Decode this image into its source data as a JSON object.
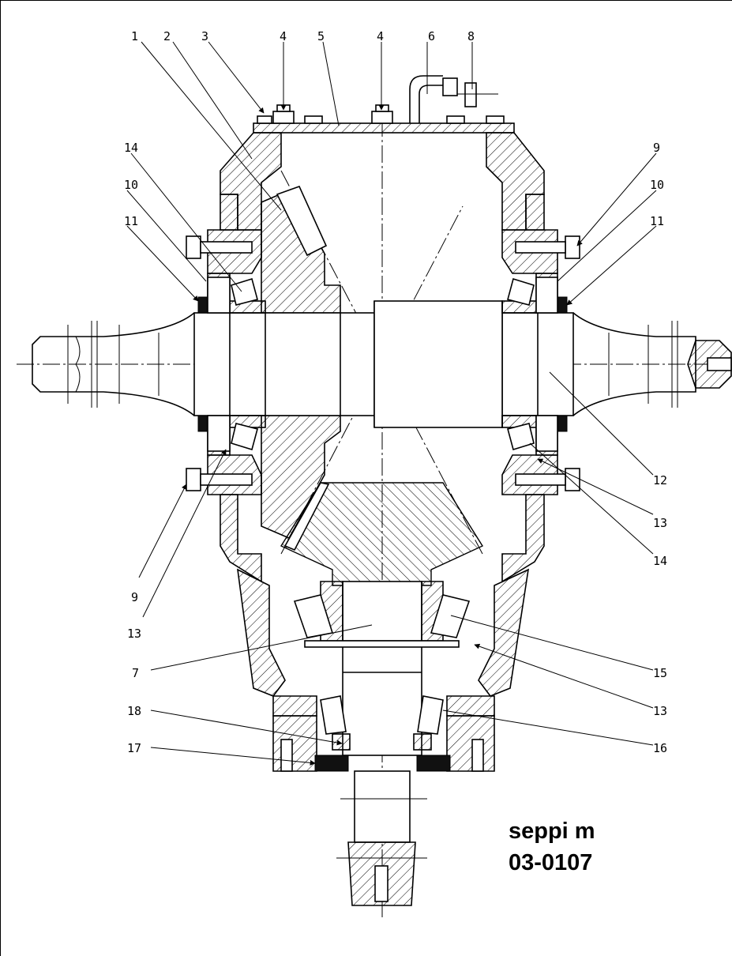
{
  "drawing": {
    "callouts": {
      "c1": "1",
      "c2": "2",
      "c3": "3",
      "c4a": "4",
      "c5": "5",
      "c4b": "4",
      "c6": "6",
      "c8": "8",
      "c14l": "14",
      "c10l": "10",
      "c11l": "11",
      "c9r": "9",
      "c10r": "10",
      "c11r": "11",
      "c12": "12",
      "c13r": "13",
      "c14r": "14",
      "c9l": "9",
      "c13l": "13",
      "c7": "7",
      "c15": "15",
      "c13c": "13",
      "c18": "18",
      "c16": "16",
      "c17": "17"
    },
    "stamp": {
      "line1": "seppi m",
      "line2": "03-0107"
    }
  }
}
